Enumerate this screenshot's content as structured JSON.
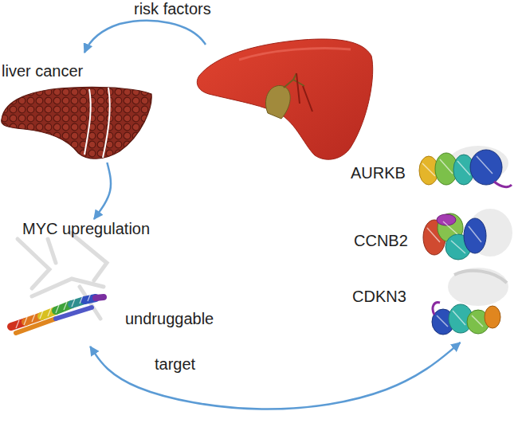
{
  "diagram": {
    "nodes": [
      {
        "text": [
          "liver cancer"
        ]
      },
      {
        "text": [
          "MYC upregulation"
        ]
      },
      {
        "text": [
          "AURKB"
        ]
      },
      {
        "text": [
          "CCNB2"
        ]
      },
      {
        "text": [
          "CDKN3"
        ]
      }
    ],
    "edges": [
      {
        "from": 0,
        "to": 1,
        "arrow": "to"
      },
      {
        "from": 1,
        "to": 4,
        "arrow": "both"
      }
    ],
    "labels": [
      "risk factors",
      "undruggable",
      "target"
    ]
  }
}
